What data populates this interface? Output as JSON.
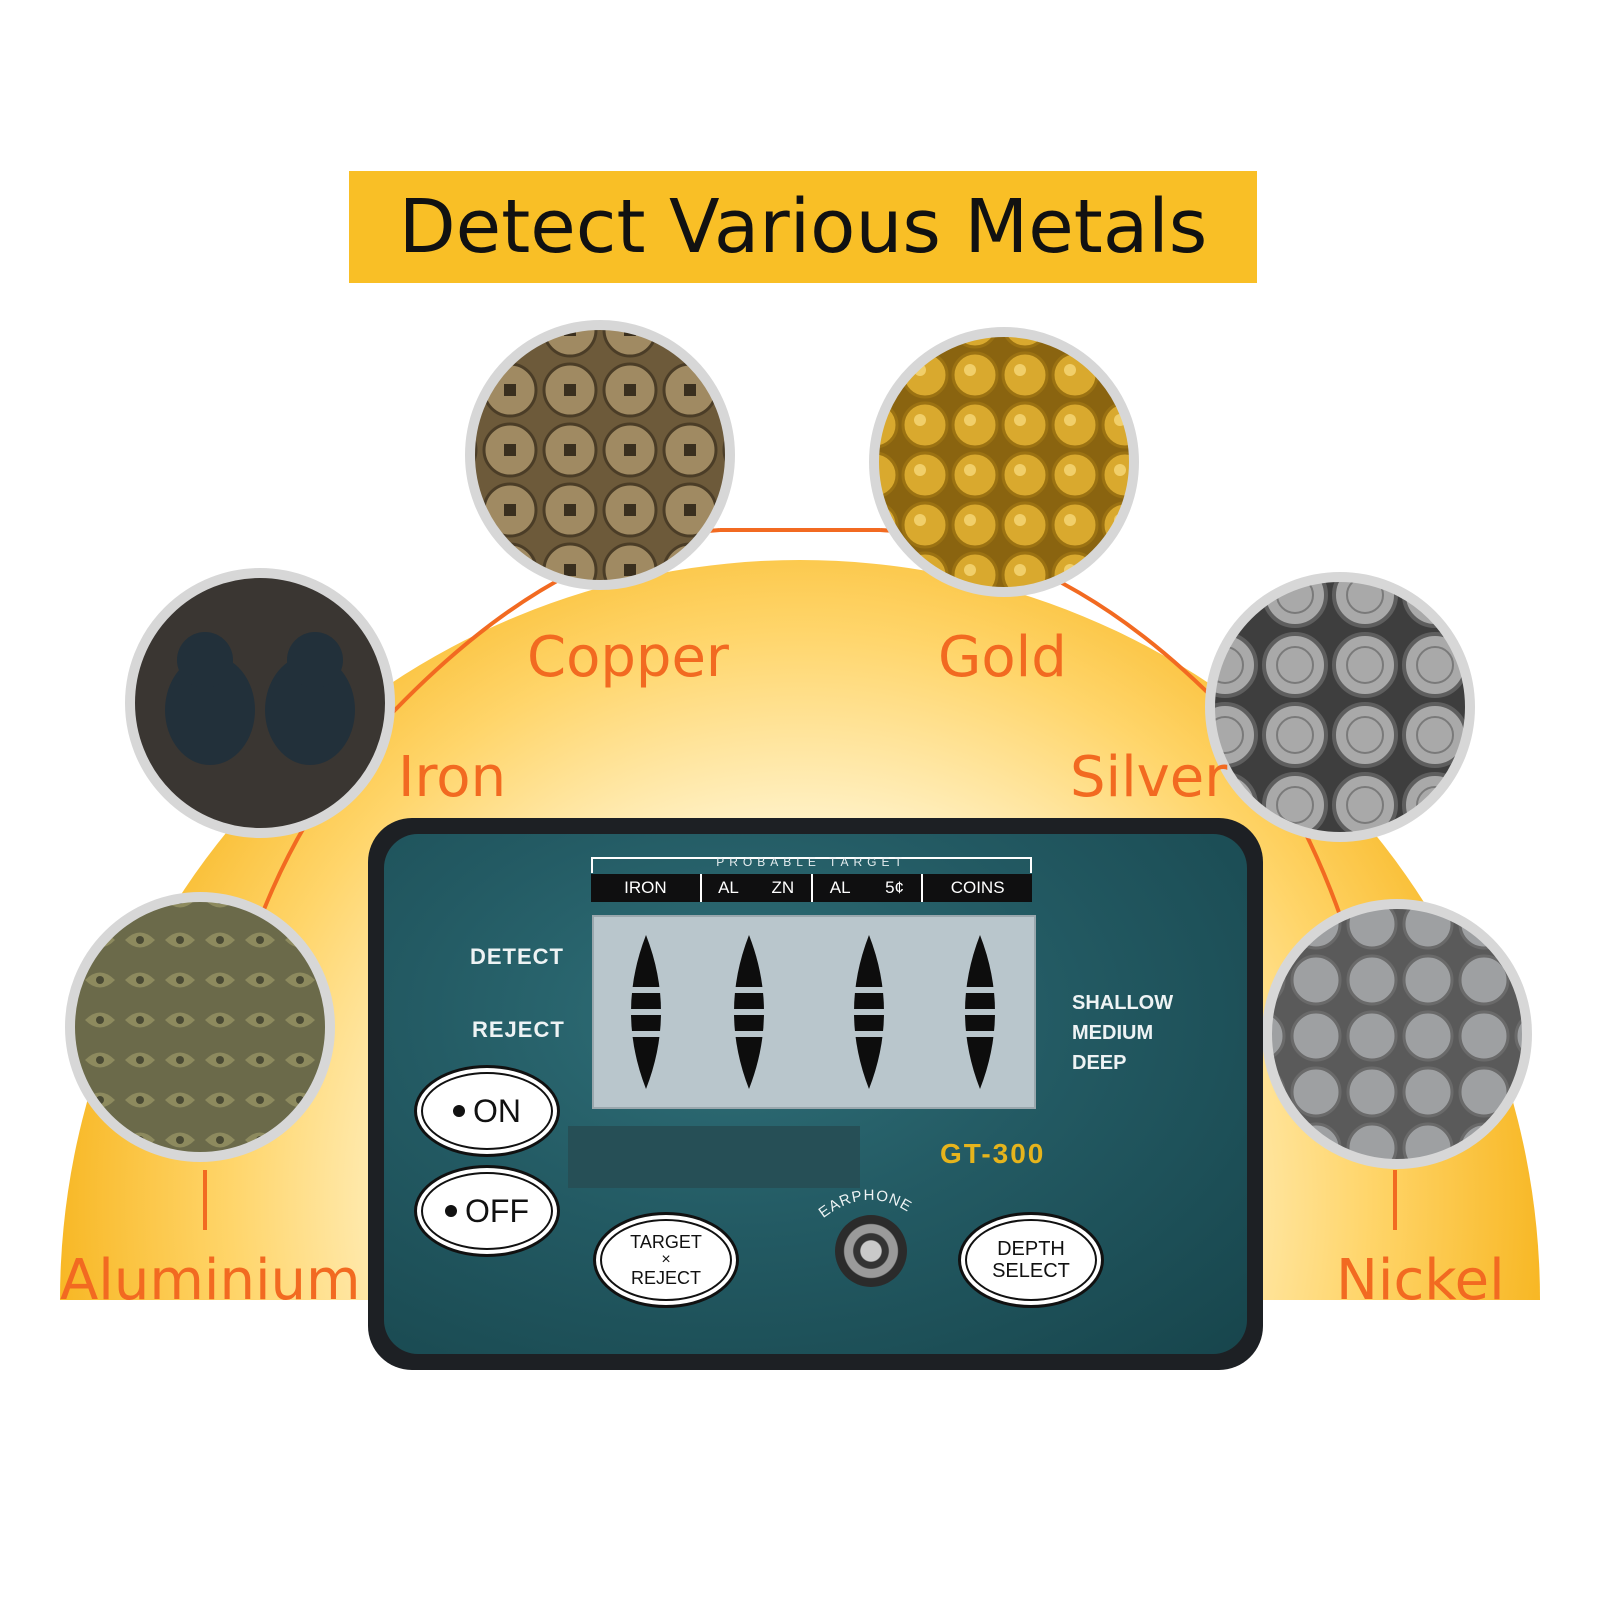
{
  "title": "Detect Various Metals",
  "metals": [
    {
      "label": "Copper"
    },
    {
      "label": "Gold"
    },
    {
      "label": "Iron"
    },
    {
      "label": "Silver"
    },
    {
      "label": "Aluminium"
    },
    {
      "label": "Nickel"
    }
  ],
  "colors": {
    "banner": "#f9bf26",
    "label": "#f26a21",
    "arc": "#f7b51f",
    "panel": "#235a63",
    "model": "#e6b41c"
  },
  "device": {
    "probable_target": "PROBABLE TARGET",
    "target_cells": [
      [
        "IRON"
      ],
      [
        "AL",
        "ZN"
      ],
      [
        "AL",
        "5¢"
      ],
      [
        "COINS"
      ]
    ],
    "detect_label": "DETECT",
    "reject_label": "REJECT",
    "depth_levels": [
      "SHALLOW",
      "MEDIUM",
      "DEEP"
    ],
    "on_label": "ON",
    "off_label": "OFF",
    "model": "GT-300",
    "earphone_label": "EARPHONE",
    "target_reject": {
      "top": "TARGET",
      "mid": "×",
      "bottom": "REJECT"
    },
    "depth_select": {
      "top": "DEPTH",
      "bottom": "SELECT"
    },
    "icons": [
      "earphone-jack-icon",
      "on-indicator-dot-icon",
      "off-indicator-dot-icon"
    ]
  }
}
